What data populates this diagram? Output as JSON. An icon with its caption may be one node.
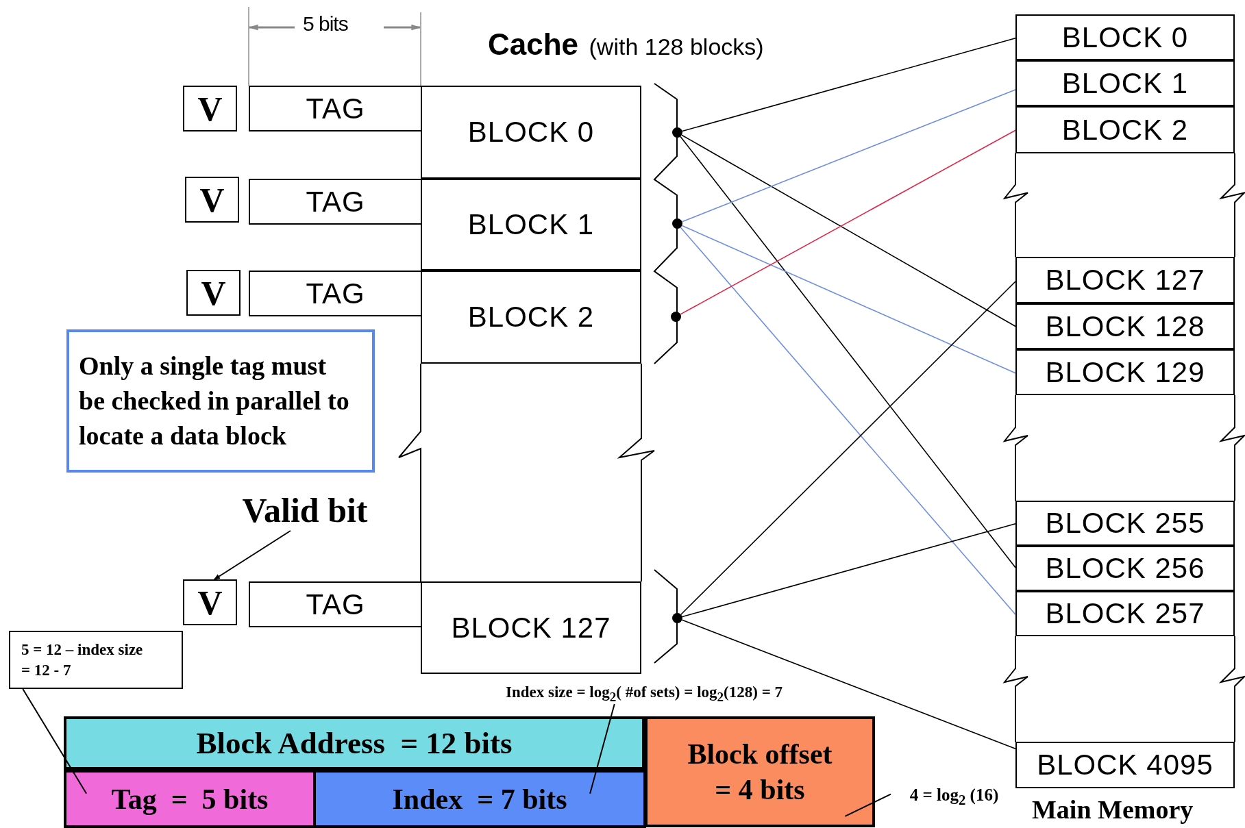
{
  "diagram": {
    "nodes": [
      {
        "text": [
          "V"
        ]
      },
      {
        "text": [
          "TAG"
        ]
      },
      {
        "text": [
          "BLOCK 0"
        ]
      },
      {
        "text": [
          "V"
        ]
      },
      {
        "text": [
          "TAG"
        ]
      },
      {
        "text": [
          "BLOCK 1"
        ]
      },
      {
        "text": [
          "V"
        ]
      },
      {
        "text": [
          "TAG"
        ]
      },
      {
        "text": [
          "BLOCK 2"
        ]
      },
      {
        "text": [
          "Only a single tag must be checked in parallel to locate a data block"
        ]
      },
      {
        "text": [
          "Valid bit"
        ]
      },
      {
        "text": [
          "V"
        ]
      },
      {
        "text": [
          "TAG"
        ]
      },
      {
        "text": [
          "BLOCK 127"
        ]
      },
      {
        "text": [
          "5 = 12 – index size = 12 - 7"
        ]
      },
      {
        "text": [
          "Index size = log$_{2}$( #of sets) = log$_{2}$(128) = 7"
        ]
      },
      {
        "text": [
          "Block Address  = 12 bits"
        ]
      },
      {
        "text": [
          "Block offset = 4 bits"
        ]
      },
      {
        "text": [
          "Tag  =  5 bits"
        ]
      },
      {
        "text": [
          "Index  = 7 bits"
        ]
      },
      {
        "text": [
          "4 = log$_{2}$ (16)"
        ]
      },
      {
        "text": [
          "BLOCK 0"
        ]
      },
      {
        "text": [
          "BLOCK 1"
        ]
      },
      {
        "text": [
          "BLOCK 2"
        ]
      },
      {
        "text": [
          "BLOCK 127"
        ]
      },
      {
        "text": [
          "BLOCK 128"
        ]
      },
      {
        "text": [
          "BLOCK 129"
        ]
      },
      {
        "text": [
          "BLOCK 255"
        ]
      },
      {
        "text": [
          "BLOCK 256"
        ]
      },
      {
        "text": [
          "BLOCK 257"
        ]
      },
      {
        "text": [
          "BLOCK 4095"
        ]
      },
      {
        "text": [],
        "shape": "circle"
      },
      {
        "text": [],
        "shape": "circle"
      },
      {
        "text": [],
        "shape": "circle"
      },
      {
        "text": [],
        "shape": "circle"
      }
    ],
    "edges": [
      {
        "from": 31,
        "to": 21,
        "arrow": "none"
      },
      {
        "from": 31,
        "to": 25,
        "arrow": "none"
      },
      {
        "from": 31,
        "to": 28,
        "arrow": "none"
      },
      {
        "from": 32,
        "to": 22,
        "arrow": "none",
        "color": "#6f8fe0"
      },
      {
        "from": 32,
        "to": 26,
        "arrow": "none",
        "color": "#6f8fe0"
      },
      {
        "from": 32,
        "to": 29,
        "arrow": "none",
        "color": "#6f8fe0"
      },
      {
        "from": 33,
        "to": 23,
        "arrow": "none",
        "color": "#e0284a"
      },
      {
        "from": 34,
        "to": 24,
        "arrow": "none"
      },
      {
        "from": 34,
        "to": 27,
        "arrow": "none"
      },
      {
        "from": 34,
        "to": 30,
        "arrow": "none"
      },
      {
        "from": 10,
        "to": 11,
        "arrow": "to"
      },
      {
        "from": 14,
        "to": 18,
        "arrow": "none"
      },
      {
        "from": 15,
        "to": 19,
        "arrow": "none"
      },
      {
        "from": 20,
        "to": 17,
        "arrow": "none"
      }
    ],
    "labels": [
      "5 bits",
      "**Cache** (with 128 blocks)",
      "Main Memory"
    ]
  }
}
